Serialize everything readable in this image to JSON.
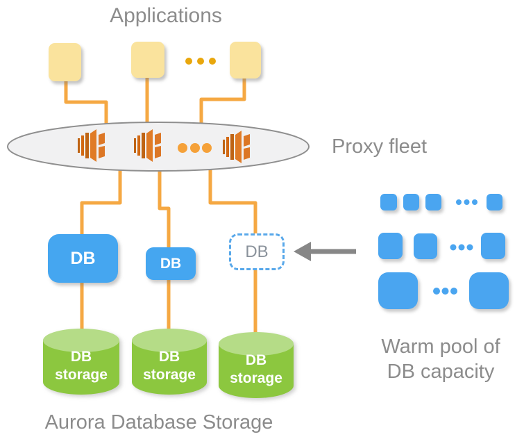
{
  "title": {
    "applications": "Applications"
  },
  "proxy": {
    "label": "Proxy fleet",
    "icon": "rds-proxy-icon",
    "instances_shown": 3,
    "has_ellipsis": true
  },
  "db_layer": {
    "instances": [
      {
        "label": "DB",
        "style": "solid"
      },
      {
        "label": "DB",
        "style": "solid"
      },
      {
        "label": "DB",
        "style": "dashed-placeholder"
      }
    ]
  },
  "storage": {
    "caption": "Aurora Database Storage",
    "cylinders": [
      {
        "line1": "DB",
        "line2": "storage"
      },
      {
        "line1": "DB",
        "line2": "storage"
      },
      {
        "line1": "DB",
        "line2": "storage"
      }
    ]
  },
  "warm_pool": {
    "caption_line1": "Warm pool of",
    "caption_line2": "DB capacity",
    "rows_shown": [
      {
        "size": "small",
        "squares_shown": 4,
        "has_ellipsis": true
      },
      {
        "size": "medium",
        "squares_shown": 3,
        "has_ellipsis": true
      },
      {
        "size": "large",
        "squares_shown": 2,
        "has_ellipsis": true
      }
    ]
  },
  "colors": {
    "connector_orange": "#F5A843",
    "app_yellow": "#FAE39D",
    "app_dot_gold": "#E9A70D",
    "proxy_icon_orange": "#DC7726",
    "ellipse_fill": "#F1F1F2",
    "ellipse_stroke": "#8F8F8F",
    "db_blue": "#45A6F0",
    "dashed_border_blue": "#58A8EA",
    "storage_green": "#8CC73F",
    "storage_green_top": "#B5DC87",
    "label_gray": "#8C8C8C",
    "arrow_gray": "#878787"
  }
}
